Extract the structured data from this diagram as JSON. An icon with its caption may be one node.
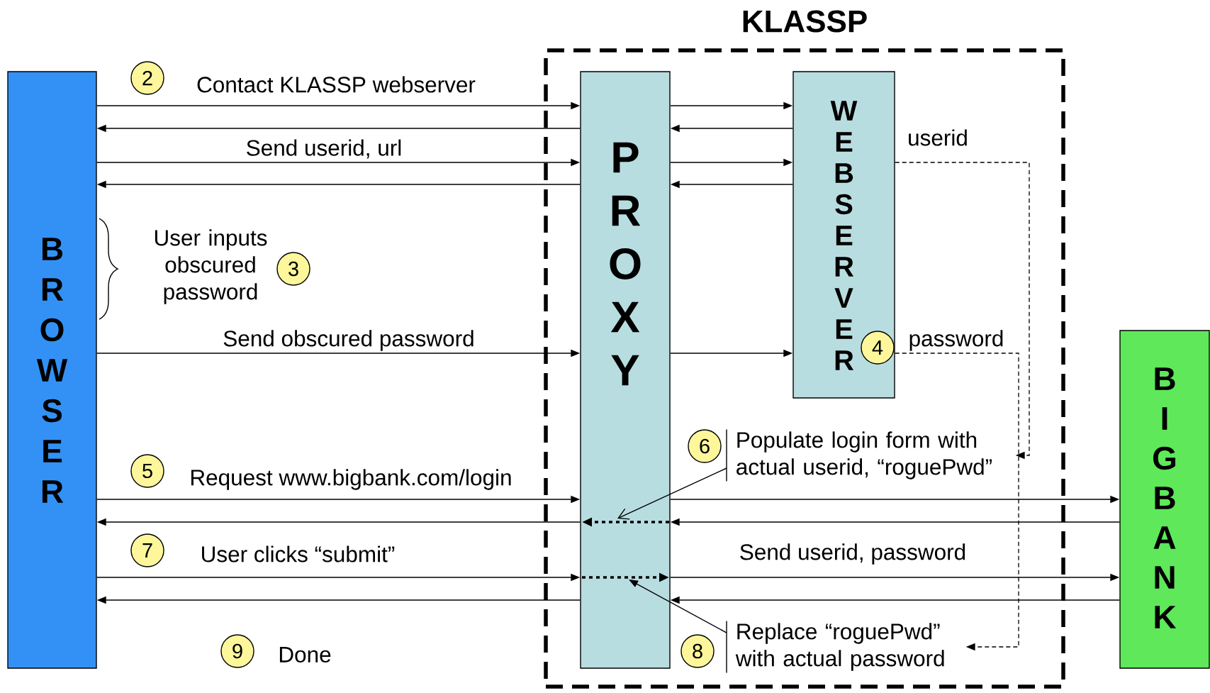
{
  "diagram": {
    "nodes": [
      {
        "text": [
          "KLASSP"
        ]
      },
      {
        "text": [
          "BROWSER"
        ]
      },
      {
        "text": [
          "PROXY"
        ],
        "in": 0
      },
      {
        "text": [
          "WEBSERVER"
        ],
        "in": 0
      },
      {
        "text": [
          "BIGBANK"
        ]
      },
      {
        "text": [
          "2"
        ]
      },
      {
        "text": [
          "3"
        ]
      },
      {
        "text": [
          "4"
        ],
        "in": 3
      },
      {
        "text": [
          "5"
        ]
      },
      {
        "text": [
          "6"
        ],
        "in": 0
      },
      {
        "text": [
          "Populate login form with actual userid, “roguePwd”"
        ],
        "in": 0
      },
      {
        "text": [
          "7"
        ]
      },
      {
        "text": [
          "8"
        ],
        "in": 0
      },
      {
        "text": [
          "Replace “roguePwd” with actual password"
        ],
        "in": 0
      },
      {
        "text": [
          "9"
        ]
      }
    ],
    "edges": [
      {
        "from": 1,
        "to": 2,
        "arrow": "to",
        "label": "Contact KLASSP webserver"
      },
      {
        "from": 2,
        "to": 3,
        "arrow": "to"
      },
      {
        "from": 2,
        "to": 1,
        "arrow": "to"
      },
      {
        "from": 3,
        "to": 2,
        "arrow": "to"
      },
      {
        "from": 1,
        "to": 2,
        "arrow": "to",
        "label": "Send userid, url"
      },
      {
        "from": 2,
        "to": 3,
        "arrow": "to"
      },
      {
        "from": 2,
        "to": 1,
        "arrow": "to"
      },
      {
        "from": 3,
        "to": 2,
        "arrow": "to"
      },
      {
        "from": 1,
        "to": 2,
        "arrow": "to",
        "label": "Send obscured password"
      },
      {
        "from": 2,
        "to": 3,
        "arrow": "to"
      },
      {
        "from": 3,
        "to": 10,
        "arrow": "to",
        "label": "userid",
        "style": "dashed"
      },
      {
        "from": 3,
        "to": 13,
        "arrow": "to",
        "label": "password",
        "style": "dashed"
      },
      {
        "from": 1,
        "to": 2,
        "arrow": "to",
        "label": "Request www.bigbank.com/login"
      },
      {
        "from": 2,
        "to": 4,
        "arrow": "to"
      },
      {
        "from": 4,
        "to": 2,
        "arrow": "to"
      },
      {
        "from": 2,
        "to": 1,
        "arrow": "to"
      },
      {
        "from": 10,
        "to": 2,
        "arrow": "to"
      },
      {
        "from": 1,
        "to": 2,
        "arrow": "to",
        "label": "User clicks “submit”"
      },
      {
        "from": 2,
        "to": 4,
        "arrow": "to",
        "label": "Send userid, password"
      },
      {
        "from": 4,
        "to": 2,
        "arrow": "to"
      },
      {
        "from": 2,
        "to": 1,
        "arrow": "to"
      },
      {
        "from": 13,
        "to": 2,
        "arrow": "to"
      }
    ],
    "labels": [
      "User inputs obscured password",
      "Done"
    ]
  }
}
